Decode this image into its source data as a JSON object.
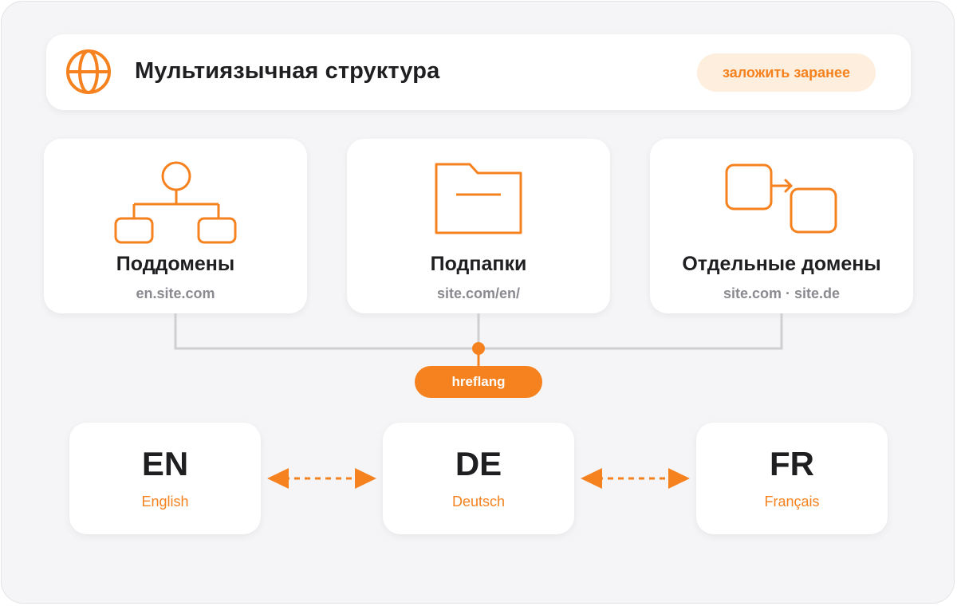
{
  "header": {
    "title": "Мультиязычная структура",
    "badge": "заложить заранее",
    "icon": "globe-icon"
  },
  "structures": [
    {
      "name": "Поддомены",
      "url": "en.site.com",
      "icon": "hierarchy-icon"
    },
    {
      "name": "Подпапки",
      "url": "site.com/en/",
      "icon": "folder-icon"
    },
    {
      "name": "Отдельные домены",
      "url": "site.com · site.de",
      "icon": "domain-transfer-icon"
    }
  ],
  "hub": {
    "label": "hreflang"
  },
  "languages": [
    {
      "code": "EN",
      "name": "English"
    },
    {
      "code": "DE",
      "name": "Deutsch"
    },
    {
      "code": "FR",
      "name": "Français"
    }
  ],
  "colors": {
    "accent": "#f5821f",
    "badge_bg": "#fdeedd",
    "background": "#f5f5f7",
    "text": "#1f1f22",
    "muted": "#8a8a90",
    "connector": "#cfcfd3"
  }
}
